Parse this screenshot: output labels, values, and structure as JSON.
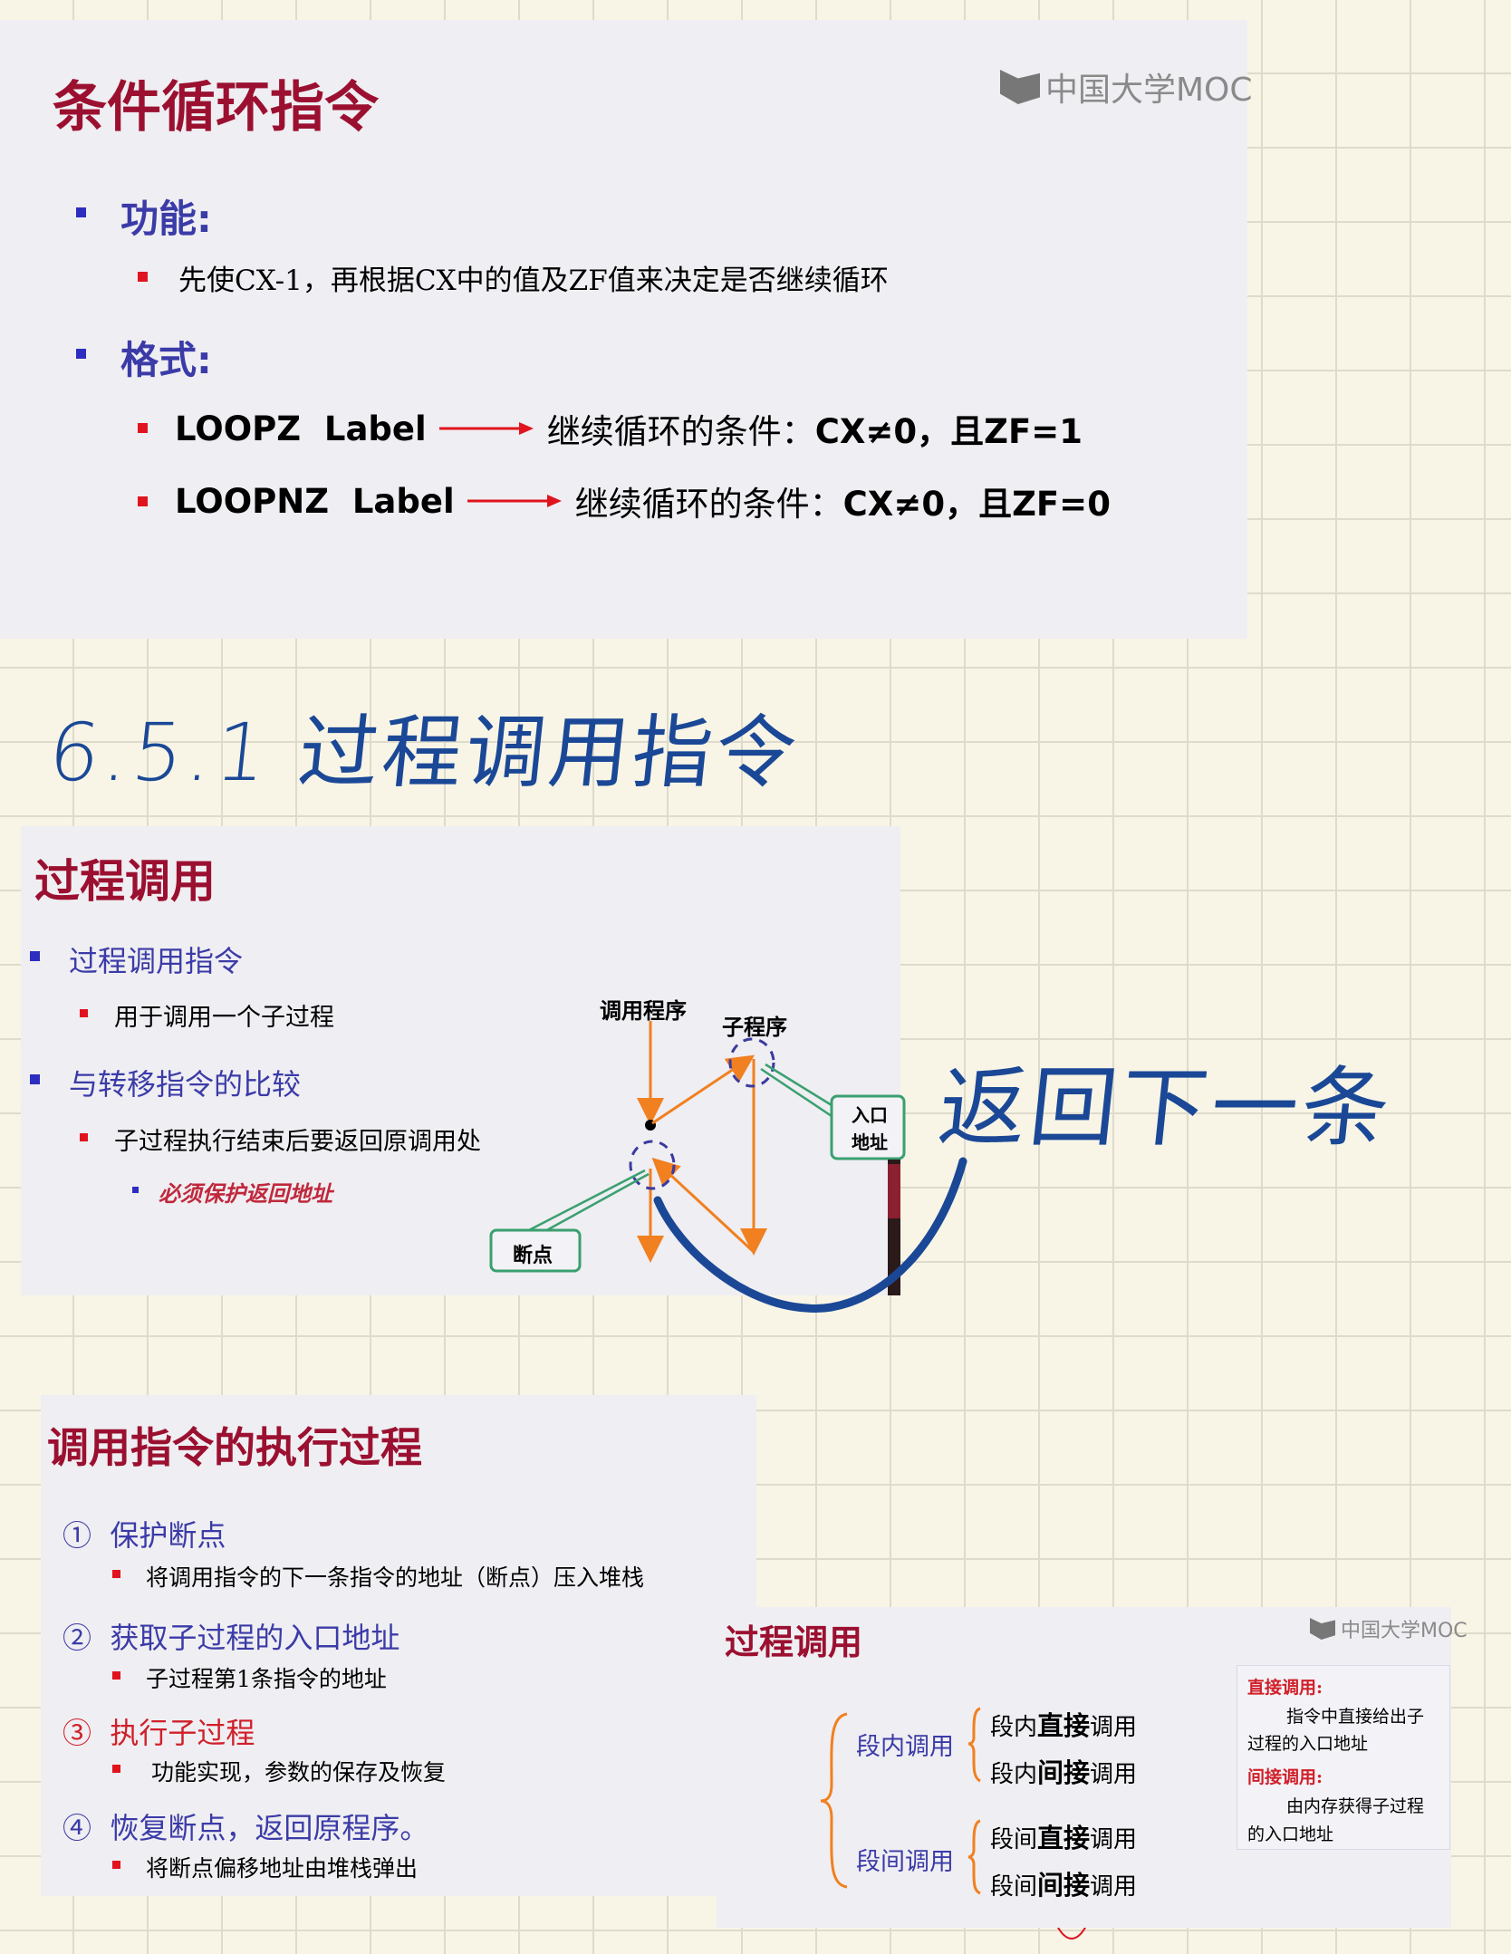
{
  "slide1": {
    "title": "条件循环指令",
    "logo": "中国大学MOC",
    "function_heading": "功能:",
    "function_text": "先使CX-1，再根据CX中的值及ZF值来决定是否继续循环",
    "format_heading": "格式:",
    "formats": [
      {
        "instr": "LOOPZ  Label",
        "cond": "继续循环的条件：",
        "value": "CX≠0，且ZF=1"
      },
      {
        "instr": "LOOPNZ  Label",
        "cond": "继续循环的条件：",
        "value": "CX≠0，且ZF=0"
      }
    ]
  },
  "handwriting": {
    "heading": "6.5.1 过程调用指令",
    "note": "返回下一条",
    "ink_color": "#1b4896"
  },
  "slide2": {
    "title": "过程调用",
    "item1": "过程调用指令",
    "item1_sub": "用于调用一个子过程",
    "item2": "与转移指令的比较",
    "item2_sub": "子过程执行结束后要返回原调用处",
    "item2_subsub": "必须保护返回地址",
    "diagram": {
      "caller_label": "调用程序",
      "sub_label": "子程序",
      "entry_label_1": "入口",
      "entry_label_2": "地址",
      "breakpoint_label": "断点"
    }
  },
  "slide3": {
    "title": "调用指令的执行过程",
    "steps": [
      {
        "num": "①",
        "text": "保护断点",
        "sub": "将调用指令的下一条指令的地址（断点）压入堆栈",
        "highlight": false
      },
      {
        "num": "②",
        "text": "获取子过程的入口地址",
        "sub": "子过程第1条指令的地址",
        "highlight": false
      },
      {
        "num": "③",
        "text": "执行子过程",
        "sub": "功能实现，参数的保存及恢复",
        "highlight": true
      },
      {
        "num": "④",
        "text": "恢复断点，返回原程序。",
        "sub": "将断点偏移地址由堆栈弹出",
        "highlight": false
      }
    ]
  },
  "slide4": {
    "title": "过程调用",
    "logo": "中国大学MOC",
    "groups": [
      {
        "label": "段内调用",
        "items": [
          [
            "段内",
            "直接",
            "调用"
          ],
          [
            "段内",
            "间接",
            "调用"
          ]
        ]
      },
      {
        "label": "段间调用",
        "items": [
          [
            "段间",
            "直接",
            "调用"
          ],
          [
            "段间",
            "间接",
            "调用"
          ]
        ]
      }
    ],
    "note": {
      "direct_heading": "直接调用:",
      "direct_text_1": "指令中直接给出子",
      "direct_text_2": "过程的入口地址",
      "indirect_heading": "间接调用:",
      "indirect_text_1": "由内存获得子过程",
      "indirect_text_2": "的入口地址"
    }
  },
  "colors": {
    "title": "#9b1030",
    "heading_blue": "#3b3ba8",
    "arrow_orange": "#f08020",
    "callout_green": "#3aa070",
    "annotation_red": "#e0141e"
  }
}
